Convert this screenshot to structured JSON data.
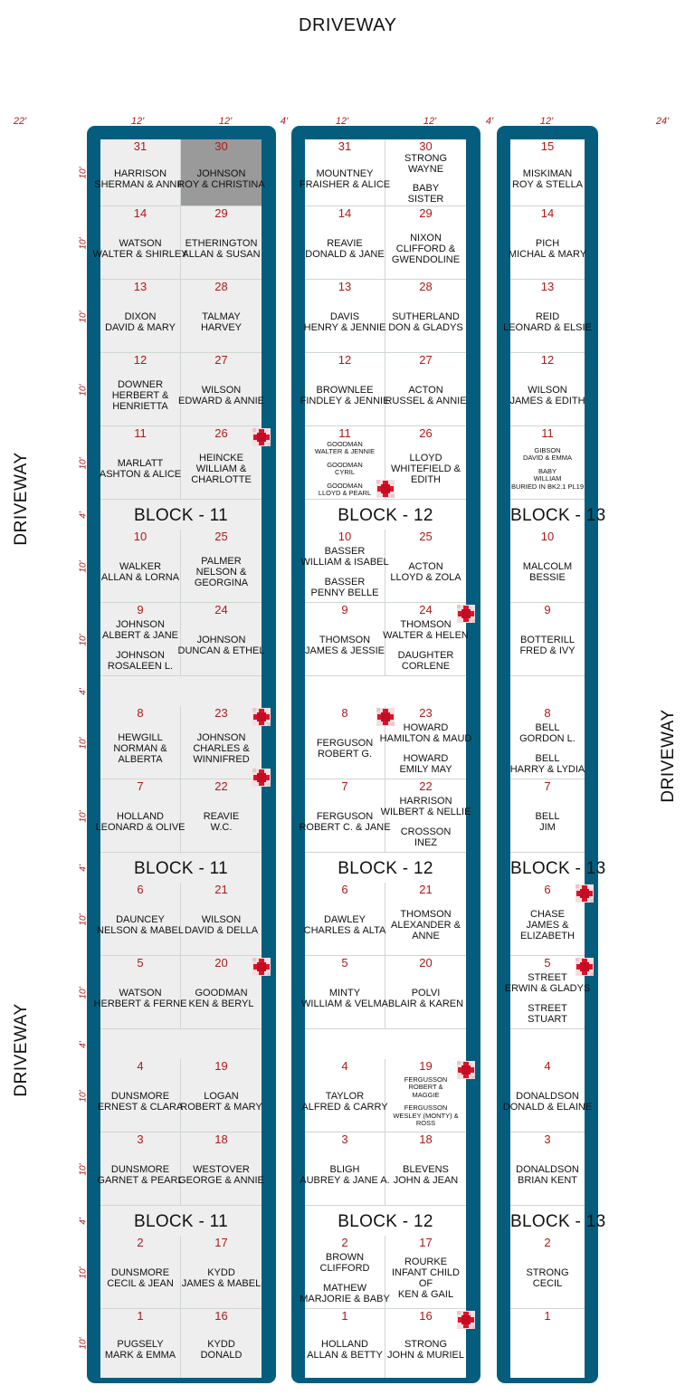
{
  "labels": {
    "driveway_top": "DRIVEWAY",
    "driveway_left_upper": "DRIVEWAY",
    "driveway_left_lower": "DRIVEWAY",
    "driveway_right": "DRIVEWAY"
  },
  "dims_top": [
    "22'",
    "12'",
    "12'",
    "4'",
    "12'",
    "12'",
    "4'",
    "12'",
    "24'"
  ],
  "dims_side": [
    "10'",
    "10'",
    "10'",
    "10'",
    "10'",
    "4'",
    "10'",
    "10'",
    "4'",
    "10'",
    "10'",
    "4'",
    "10'",
    "10'",
    "4'",
    "10'",
    "10'",
    "4'",
    "10'",
    "10'"
  ],
  "block_labels": {
    "b11": "BLOCK - 11",
    "b12": "BLOCK - 12",
    "b13": "BLOCK - 13"
  },
  "colors": {
    "frame": "#055d7e",
    "plot_fill_block11": "#eeeeee",
    "plot_highlight": "#9a9a9a",
    "number": "#b01818",
    "cross": "#e0102a"
  },
  "blocks": [
    {
      "id": "b11",
      "columns": [
        [
          {
            "num": "31",
            "names": [
              "HARRISON",
              "SHERMAN & ANNIE"
            ]
          },
          {
            "num": "14",
            "names": [
              "WATSON",
              "WALTER & SHIRLEY"
            ]
          },
          {
            "num": "13",
            "names": [
              "DIXON",
              "DAVID & MARY"
            ]
          },
          {
            "num": "12",
            "names": [
              "DOWNER",
              "HERBERT &",
              "HENRIETTA"
            ]
          },
          {
            "num": "11",
            "names": [
              "MARLATT",
              "ASHTON & ALICE"
            ]
          },
          {
            "num": "10",
            "names": [
              "WALKER",
              "ALLAN & LORNA"
            ]
          },
          {
            "num": "9",
            "names": [
              "JOHNSON",
              "ALBERT & JANE",
              "",
              "JOHNSON",
              "ROSALEEN L."
            ]
          },
          {
            "num": "8",
            "names": [
              "HEWGILL",
              "NORMAN &",
              "ALBERTA"
            ]
          },
          {
            "num": "7",
            "names": [
              "HOLLAND",
              "LEONARD & OLIVE"
            ]
          },
          {
            "num": "6",
            "names": [
              "DAUNCEY",
              "NELSON & MABEL"
            ]
          },
          {
            "num": "5",
            "names": [
              "WATSON",
              "HERBERT & FERNE"
            ]
          },
          {
            "num": "4",
            "names": [
              "DUNSMORE",
              "ERNEST & CLARA"
            ]
          },
          {
            "num": "3",
            "names": [
              "DUNSMORE",
              "GARNET & PEARL"
            ]
          },
          {
            "num": "2",
            "names": [
              "DUNSMORE",
              "CECIL & JEAN"
            ]
          },
          {
            "num": "1",
            "names": [
              "PUGSELY",
              "MARK & EMMA"
            ]
          }
        ],
        [
          {
            "num": "30",
            "names": [
              "JOHNSON",
              "ROY & CHRISTINA"
            ],
            "highlight": true
          },
          {
            "num": "29",
            "names": [
              "ETHERINGTON",
              "ALLAN & SUSAN"
            ]
          },
          {
            "num": "28",
            "names": [
              "TALMAY",
              "HARVEY"
            ]
          },
          {
            "num": "27",
            "names": [
              "WILSON",
              "EDWARD & ANNIE"
            ]
          },
          {
            "num": "26",
            "names": [
              "HEINCKE",
              "WILLIAM &",
              "CHARLOTTE"
            ],
            "cross": true
          },
          {
            "num": "25",
            "names": [
              "PALMER",
              "NELSON &",
              "GEORGINA"
            ]
          },
          {
            "num": "24",
            "names": [
              "JOHNSON",
              "DUNCAN & ETHEL"
            ]
          },
          {
            "num": "23",
            "names": [
              "JOHNSON",
              "CHARLES &",
              "WINNIFRED"
            ],
            "cross": true,
            "cross2": true
          },
          {
            "num": "22",
            "names": [
              "REAVIE",
              "W.C."
            ]
          },
          {
            "num": "21",
            "names": [
              "WILSON",
              "DAVID & DELLA"
            ]
          },
          {
            "num": "20",
            "names": [
              "GOODMAN",
              "KEN & BERYL"
            ],
            "cross": true
          },
          {
            "num": "19",
            "names": [
              "LOGAN",
              "ROBERT & MARY"
            ]
          },
          {
            "num": "18",
            "names": [
              "WESTOVER",
              "GEORGE & ANNIE"
            ]
          },
          {
            "num": "17",
            "names": [
              "KYDD",
              "JAMES & MABEL"
            ]
          },
          {
            "num": "16",
            "names": [
              "KYDD",
              "DONALD"
            ]
          }
        ]
      ]
    },
    {
      "id": "b12",
      "columns": [
        [
          {
            "num": "31",
            "names": [
              "MOUNTNEY",
              "FRAISHER & ALICE"
            ]
          },
          {
            "num": "14",
            "names": [
              "REAVIE",
              "DONALD & JANE"
            ]
          },
          {
            "num": "13",
            "names": [
              "DAVIS",
              "HENRY & JENNIE"
            ]
          },
          {
            "num": "12",
            "names": [
              "BROWNLEE",
              "FINDLEY & JENNIE"
            ]
          },
          {
            "num": "11",
            "names": [
              "GOODMAN",
              "WALTER & JENNIE",
              "",
              "GOODMAN",
              "CYRIL",
              "",
              "GOODMAN",
              "LLOYD & PEARL"
            ],
            "small": true,
            "cross": true,
            "crossPos": "bottom"
          },
          {
            "num": "10",
            "names": [
              "BASSER",
              "WILLIAM & ISABEL",
              "",
              "BASSER",
              "PENNY BELLE"
            ]
          },
          {
            "num": "9",
            "names": [
              "THOMSON",
              "JAMES & JESSIE"
            ]
          },
          {
            "num": "8",
            "names": [
              "FERGUSON",
              "ROBERT G."
            ],
            "cross": true
          },
          {
            "num": "7",
            "names": [
              "FERGUSON",
              "ROBERT C. & JANE"
            ]
          },
          {
            "num": "6",
            "names": [
              "DAWLEY",
              "CHARLES & ALTA"
            ]
          },
          {
            "num": "5",
            "names": [
              "MINTY",
              "WILLIAM & VELMA"
            ]
          },
          {
            "num": "4",
            "names": [
              "TAYLOR",
              "ALFRED & CARRY"
            ]
          },
          {
            "num": "3",
            "names": [
              "BLIGH",
              "AUBREY & JANE A."
            ]
          },
          {
            "num": "2",
            "names": [
              "BROWN",
              "CLIFFORD",
              "",
              "MATHEW",
              "MARJORIE & BABY"
            ]
          },
          {
            "num": "1",
            "names": [
              "HOLLAND",
              "ALLAN & BETTY"
            ]
          }
        ],
        [
          {
            "num": "30",
            "names": [
              "STRONG",
              "WAYNE",
              "",
              "BABY",
              "SISTER"
            ]
          },
          {
            "num": "29",
            "names": [
              "NIXON",
              "CLIFFORD &",
              "GWENDOLINE"
            ]
          },
          {
            "num": "28",
            "names": [
              "SUTHERLAND",
              "DON & GLADYS"
            ]
          },
          {
            "num": "27",
            "names": [
              "ACTON",
              "RUSSEL & ANNIE"
            ]
          },
          {
            "num": "26",
            "names": [
              "LLOYD",
              "WHITEFIELD &",
              "EDITH"
            ]
          },
          {
            "num": "25",
            "names": [
              "ACTON",
              "LLOYD & ZOLA"
            ]
          },
          {
            "num": "24",
            "names": [
              "THOMSON",
              "WALTER & HELEN",
              "",
              "DAUGHTER",
              "CORLENE"
            ],
            "cross": true
          },
          {
            "num": "23",
            "names": [
              "HOWARD",
              "HAMILTON & MAUD",
              "",
              "HOWARD",
              "EMILY MAY"
            ]
          },
          {
            "num": "22",
            "names": [
              "HARRISON",
              "WILBERT & NELLIE",
              "",
              "CROSSON",
              "INEZ"
            ]
          },
          {
            "num": "21",
            "names": [
              "THOMSON",
              "ALEXANDER &",
              "ANNE"
            ]
          },
          {
            "num": "20",
            "names": [
              "POLVI",
              "BLAIR & KAREN"
            ]
          },
          {
            "num": "19",
            "names": [
              "FERGUSSON",
              "ROBERT &",
              "MAGGIE",
              "",
              "FERGUSSON",
              "WESLEY (MONTY) &",
              "ROSS"
            ],
            "small": true,
            "cross": true
          },
          {
            "num": "18",
            "names": [
              "BLEVENS",
              "JOHN & JEAN"
            ]
          },
          {
            "num": "17",
            "names": [
              "ROURKE",
              "INFANT CHILD",
              "OF",
              "KEN & GAIL"
            ]
          },
          {
            "num": "16",
            "names": [
              "STRONG",
              "JOHN & MURIEL"
            ],
            "cross": true
          }
        ]
      ]
    },
    {
      "id": "b13",
      "columns": [
        [
          {
            "num": "15",
            "names": [
              "MISKIMAN",
              "ROY & STELLA"
            ]
          },
          {
            "num": "14",
            "names": [
              "PICH",
              "MICHAL & MARY"
            ]
          },
          {
            "num": "13",
            "names": [
              "REID",
              "LEONARD & ELSIE"
            ]
          },
          {
            "num": "12",
            "names": [
              "WILSON",
              "JAMES & EDITH"
            ]
          },
          {
            "num": "11",
            "names": [
              "GIBSON",
              "DAVID & EMMA",
              "",
              "BABY",
              "WILLIAM",
              "BURIED IN BK2.1 PL19"
            ],
            "small": true
          },
          {
            "num": "10",
            "names": [
              "MALCOLM",
              "BESSIE"
            ]
          },
          {
            "num": "9",
            "names": [
              "BOTTERILL",
              "FRED & IVY"
            ]
          },
          {
            "num": "8",
            "names": [
              "BELL",
              "GORDON L.",
              "",
              "BELL",
              "HARRY & LYDIA"
            ]
          },
          {
            "num": "7",
            "names": [
              "BELL",
              "JIM"
            ]
          },
          {
            "num": "6",
            "names": [
              "CHASE",
              "JAMES &",
              "ELIZABETH"
            ],
            "cross": true
          },
          {
            "num": "5",
            "names": [
              "STREET",
              "ERWIN & GLADYS",
              "",
              "STREET",
              "STUART"
            ],
            "cross": true
          },
          {
            "num": "4",
            "names": [
              "DONALDSON",
              "DONALD & ELAINE"
            ]
          },
          {
            "num": "3",
            "names": [
              "DONALDSON",
              "BRIAN KENT"
            ]
          },
          {
            "num": "2",
            "names": [
              "STRONG",
              "CECIL"
            ]
          },
          {
            "num": "1",
            "names": []
          }
        ]
      ]
    }
  ]
}
